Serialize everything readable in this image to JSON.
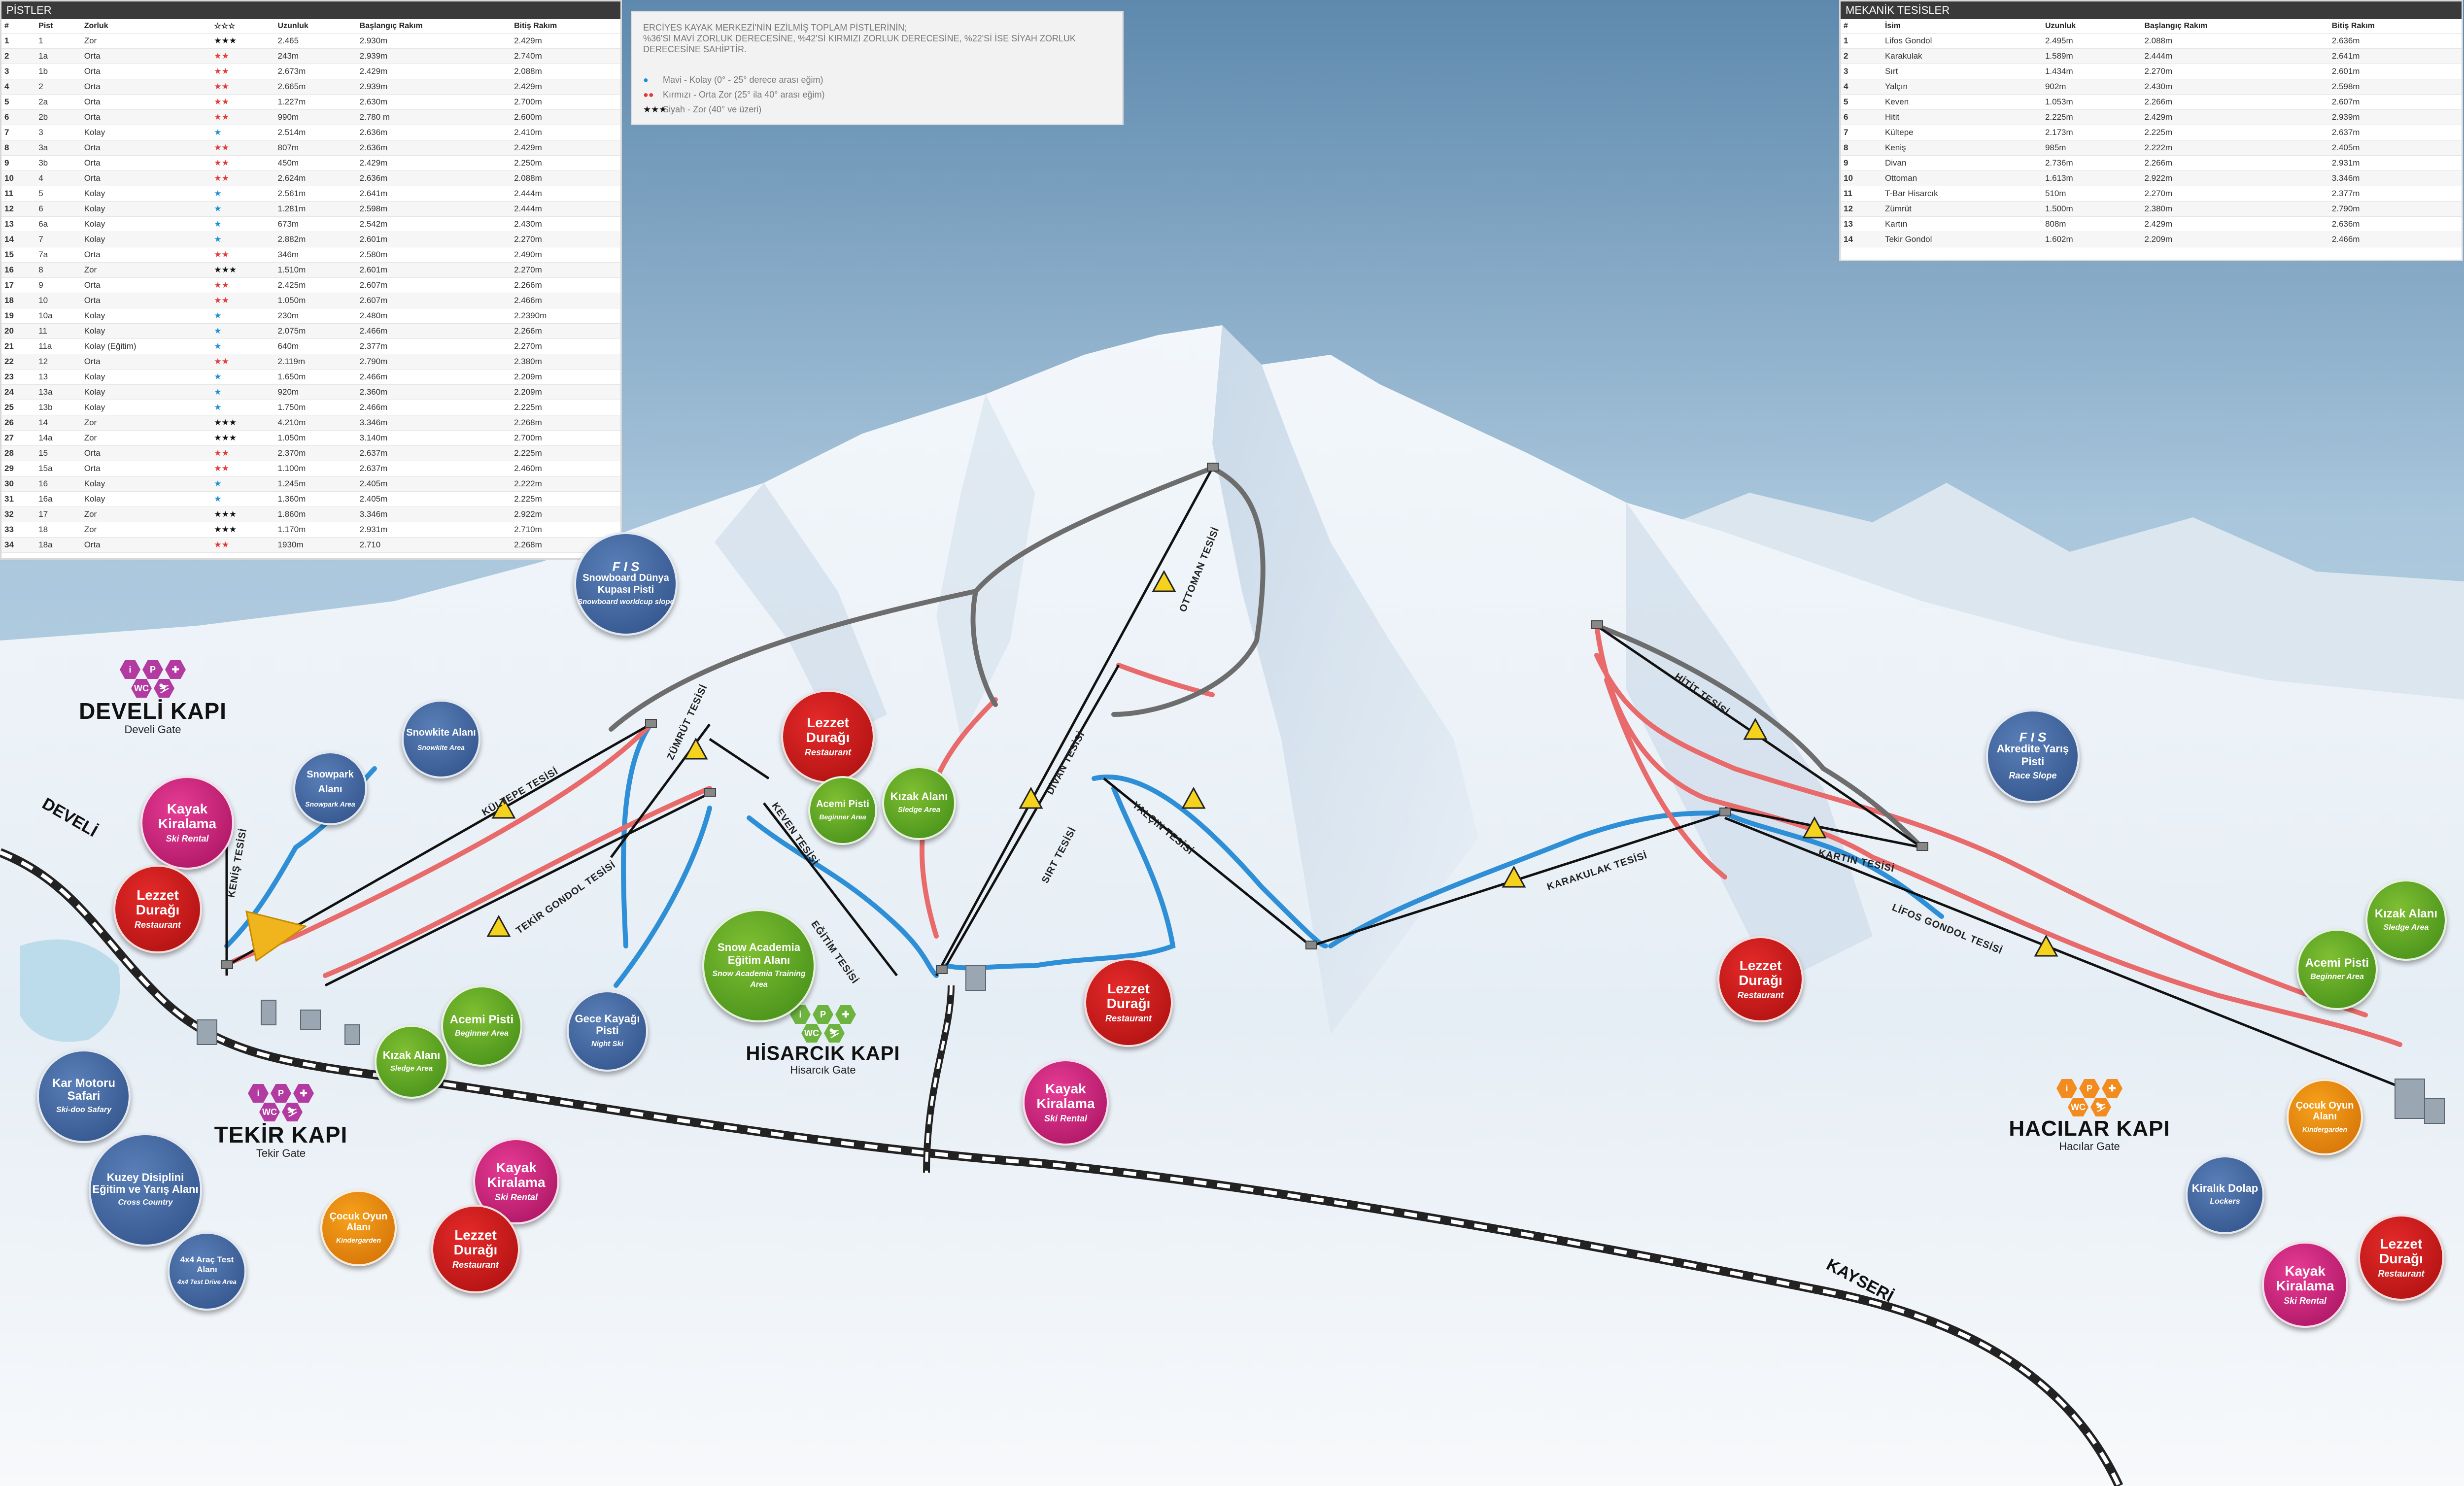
{
  "pistes_table": {
    "title": "PİSTLER",
    "headers": [
      "#",
      "Pist",
      "Zorluk",
      "☆☆☆",
      "Uzunluk",
      "Başlangıç Rakım",
      "Bitiş Rakım"
    ],
    "rows": [
      [
        "1",
        "1",
        "Zor",
        "★★★",
        "2.465",
        "2.930m",
        "2.429m"
      ],
      [
        "2",
        "1a",
        "Orta",
        "★★",
        "243m",
        "2.939m",
        "2.740m"
      ],
      [
        "3",
        "1b",
        "Orta",
        "★★",
        "2.673m",
        "2.429m",
        "2.088m"
      ],
      [
        "4",
        "2",
        "Orta",
        "★★",
        "2.665m",
        "2.939m",
        "2.429m"
      ],
      [
        "5",
        "2a",
        "Orta",
        "★★",
        "1.227m",
        "2.630m",
        "2.700m"
      ],
      [
        "6",
        "2b",
        "Orta",
        "★★",
        "990m",
        "2.780 m",
        "2.600m"
      ],
      [
        "7",
        "3",
        "Kolay",
        "★",
        "2.514m",
        "2.636m",
        "2.410m"
      ],
      [
        "8",
        "3a",
        "Orta",
        "★★",
        "807m",
        "2.636m",
        "2.429m"
      ],
      [
        "9",
        "3b",
        "Orta",
        "★★",
        "450m",
        "2.429m",
        "2.250m"
      ],
      [
        "10",
        "4",
        "Orta",
        "★★",
        "2.624m",
        "2.636m",
        "2.088m"
      ],
      [
        "11",
        "5",
        "Kolay",
        "★",
        "2.561m",
        "2.641m",
        "2.444m"
      ],
      [
        "12",
        "6",
        "Kolay",
        "★",
        "1.281m",
        "2.598m",
        "2.444m"
      ],
      [
        "13",
        "6a",
        "Kolay",
        "★",
        "673m",
        "2.542m",
        "2.430m"
      ],
      [
        "14",
        "7",
        "Kolay",
        "★",
        "2.882m",
        "2.601m",
        "2.270m"
      ],
      [
        "15",
        "7a",
        "Orta",
        "★★",
        "346m",
        "2.580m",
        "2.490m"
      ],
      [
        "16",
        "8",
        "Zor",
        "★★★",
        "1.510m",
        "2.601m",
        "2.270m"
      ],
      [
        "17",
        "9",
        "Orta",
        "★★",
        "2.425m",
        "2.607m",
        "2.266m"
      ],
      [
        "18",
        "10",
        "Orta",
        "★★",
        "1.050m",
        "2.607m",
        "2.466m"
      ],
      [
        "19",
        "10a",
        "Kolay",
        "★",
        "230m",
        "2.480m",
        "2.2390m"
      ],
      [
        "20",
        "11",
        "Kolay",
        "★",
        "2.075m",
        "2.466m",
        "2.266m"
      ],
      [
        "21",
        "11a",
        "Kolay (Eğitim)",
        "★",
        "640m",
        "2.377m",
        "2.270m"
      ],
      [
        "22",
        "12",
        "Orta",
        "★★",
        "2.119m",
        "2.790m",
        "2.380m"
      ],
      [
        "23",
        "13",
        "Kolay",
        "★",
        "1.650m",
        "2.466m",
        "2.209m"
      ],
      [
        "24",
        "13a",
        "Kolay",
        "★",
        "920m",
        "2.360m",
        "2.209m"
      ],
      [
        "25",
        "13b",
        "Kolay",
        "★",
        "1.750m",
        "2.466m",
        "2.225m"
      ],
      [
        "26",
        "14",
        "Zor",
        "★★★",
        "4.210m",
        "3.346m",
        "2.268m"
      ],
      [
        "27",
        "14a",
        "Zor",
        "★★★",
        "1.050m",
        "3.140m",
        "2.700m"
      ],
      [
        "28",
        "15",
        "Orta",
        "★★",
        "2.370m",
        "2.637m",
        "2.225m"
      ],
      [
        "29",
        "15a",
        "Orta",
        "★★",
        "1.100m",
        "2.637m",
        "2.460m"
      ],
      [
        "30",
        "16",
        "Kolay",
        "★",
        "1.245m",
        "2.405m",
        "2.222m"
      ],
      [
        "31",
        "16a",
        "Kolay",
        "★",
        "1.360m",
        "2.405m",
        "2.225m"
      ],
      [
        "32",
        "17",
        "Zor",
        "★★★",
        "1.860m",
        "3.346m",
        "2.922m"
      ],
      [
        "33",
        "18",
        "Zor",
        "★★★",
        "1.170m",
        "2.931m",
        "2.710m"
      ],
      [
        "34",
        "18a",
        "Orta",
        "★★",
        "1930m",
        "2.710",
        "2.268m"
      ]
    ]
  },
  "lifts_table": {
    "title": "MEKANİK TESİSLER",
    "headers": [
      "#",
      "İsim",
      "Uzunluk",
      "Başlangıç Rakım",
      "Bitiş Rakım"
    ],
    "rows": [
      [
        "1",
        "Lifos Gondol",
        "2.495m",
        "2.088m",
        "2.636m"
      ],
      [
        "2",
        "Karakulak",
        "1.589m",
        "2.444m",
        "2.641m"
      ],
      [
        "3",
        "Sırt",
        "1.434m",
        "2.270m",
        "2.601m"
      ],
      [
        "4",
        "Yalçın",
        "902m",
        "2.430m",
        "2.598m"
      ],
      [
        "5",
        "Keven",
        "1.053m",
        "2.266m",
        "2.607m"
      ],
      [
        "6",
        "Hitit",
        "2.225m",
        "2.429m",
        "2.939m"
      ],
      [
        "7",
        "Kültepe",
        "2.173m",
        "2.225m",
        "2.637m"
      ],
      [
        "8",
        "Keniş",
        "985m",
        "2.222m",
        "2.405m"
      ],
      [
        "9",
        "Divan",
        "2.736m",
        "2.266m",
        "2.931m"
      ],
      [
        "10",
        "Ottoman",
        "1.613m",
        "2.922m",
        "3.346m"
      ],
      [
        "11",
        "T-Bar Hisarcık",
        "510m",
        "2.270m",
        "2.377m"
      ],
      [
        "12",
        "Zümrüt",
        "1.500m",
        "2.380m",
        "2.790m"
      ],
      [
        "13",
        "Kartın",
        "808m",
        "2.429m",
        "2.636m"
      ],
      [
        "14",
        "Tekir Gondol",
        "1.602m",
        "2.209m",
        "2.466m"
      ]
    ]
  },
  "legend": {
    "line1": "ERCİYES KAYAK MERKEZİ'NİN EZİLMİŞ TOPLAM PİSTLERİNİN;",
    "line2": "%36'SI MAVİ ZORLUK DERECESİNE, %42'Sİ KIRMIZI ZORLUK DERECESİNE, %22'Sİ İSE SİYAH ZORLUK DERECESİNE SAHİPTİR.",
    "easy": "Mavi - Kolay (0° - 25° derece arası eğim)",
    "medium": "Kırmızı - Orta Zor (25° ila 40° arası eğim)",
    "hard": "Siyah - Zor (40° ve üzeri)",
    "easy_dots": "●",
    "medium_dots": "●●",
    "hard_dots": "★★★"
  },
  "colors": {
    "easy": "#2f8fd6",
    "medium": "#e86a6a",
    "hard": "#6d6d6d",
    "lift": "#111111"
  },
  "gates": {
    "develi": {
      "name": "DEVELİ KAPI",
      "sub": "Develi Gate"
    },
    "tekir": {
      "name": "TEKİR KAPI",
      "sub": "Tekir Gate"
    },
    "hisarcik": {
      "name": "HİSARCIK KAPI",
      "sub": "Hisarcık Gate"
    },
    "hacilar": {
      "name": "HACILAR KAPI",
      "sub": "Hacılar Gate"
    }
  },
  "directions": {
    "develi": "DEVELİ",
    "kayseri": "KAYSERİ"
  },
  "lift_labels": {
    "kultepe": "KÜLTEPE TESİSİ",
    "tekir_gondol": "TEKİR GONDOL TESİSİ",
    "kenis": "KENİŞ TESİSİ",
    "zumrut": "ZÜMRÜT TESİSİ",
    "keven": "KEVEN TESİSİ",
    "egitim": "EĞİTİM TESİSİ",
    "divan": "DİVAN TESİSİ",
    "sirt": "SIRT TESİSİ",
    "ottoman": "OTTOMAN TESİSİ",
    "yalcin": "YALÇIN TESİSİ",
    "karakulak": "KARAKULAK TESİSİ",
    "hitit": "HİTİT TESİSİ",
    "kartin": "KARTIN TESİSİ",
    "lifos": "LİFOS GONDOL TESİSİ"
  },
  "bubbles": {
    "fis_wc": {
      "title": "Snowboard Dünya Kupası Pisti",
      "sub": "Snowboard worldcup slope",
      "logo": "F I S"
    },
    "fis_race": {
      "title": "Akredite Yarış Pisti",
      "sub": "Race Slope",
      "logo": "F I S"
    },
    "ski_rental_develi": {
      "title": "Kayak Kiralama",
      "sub": "Ski Rental"
    },
    "rest_develi": {
      "title": "Lezzet Durağı",
      "sub": "Restaurant"
    },
    "snowpark": {
      "title": "Snowpark Alanı",
      "sub": "Snowpark Area"
    },
    "snowkite": {
      "title": "Snowkite Alanı",
      "sub": "Snowkite Area"
    },
    "rest_mid": {
      "title": "Lezzet Durağı",
      "sub": "Restaurant"
    },
    "acemi_hisarcik": {
      "title": "Acemi Pisti",
      "sub": "Beginner Area"
    },
    "kizak_hisarcik": {
      "title": "Kızak Alanı",
      "sub": "Sledge Area"
    },
    "snow_academy": {
      "title": "Snow Academia Eğitim Alanı",
      "sub": "Snow Academia Training Area"
    },
    "acemi_tekir": {
      "title": "Acemi Pisti",
      "sub": "Beginner Area"
    },
    "kizak_tekir": {
      "title": "Kızak Alanı",
      "sub": "Sledge Area"
    },
    "gece": {
      "title": "Gece Kayağı Pisti",
      "sub": "Night Ski"
    },
    "kar_motoru": {
      "title": "Kar Motoru Safari",
      "sub": "Ski-doo Safary"
    },
    "kuzey": {
      "title": "Kuzey Disiplini Eğitim ve Yarış Alanı",
      "sub": "Cross Country"
    },
    "arac": {
      "title": "4x4 Araç Test Alanı",
      "sub": "4x4 Test Drive Area"
    },
    "ski_rental_tekir": {
      "title": "Kayak Kiralama",
      "sub": "Ski Rental"
    },
    "cocuk_tekir": {
      "title": "Çocuk Oyun Alanı",
      "sub": "Kindergarden"
    },
    "rest_tekir": {
      "title": "Lezzet Durağı",
      "sub": "Restaurant"
    },
    "rest_hisarcik": {
      "title": "Lezzet Durağı",
      "sub": "Restaurant"
    },
    "ski_rental_hisarcik": {
      "title": "Kayak Kiralama",
      "sub": "Ski Rental"
    },
    "rest_right": {
      "title": "Lezzet Durağı",
      "sub": "Restaurant"
    },
    "kizak_hacilar": {
      "title": "Kızak Alanı",
      "sub": "Sledge Area"
    },
    "acemi_hacilar": {
      "title": "Acemi Pisti",
      "sub": "Beginner Area"
    },
    "cocuk_hacilar": {
      "title": "Çocuk Oyun Alanı",
      "sub": "Kindergarden"
    },
    "kiralik": {
      "title": "Kiralık Dolap",
      "sub": "Lockers"
    },
    "ski_rental_hacilar": {
      "title": "Kayak Kiralama",
      "sub": "Ski Rental"
    },
    "rest_hacilar": {
      "title": "Lezzet Durağı",
      "sub": "Restaurant"
    }
  },
  "gate_icons": {
    "i": "i",
    "p": "P",
    "wc": "WC"
  }
}
